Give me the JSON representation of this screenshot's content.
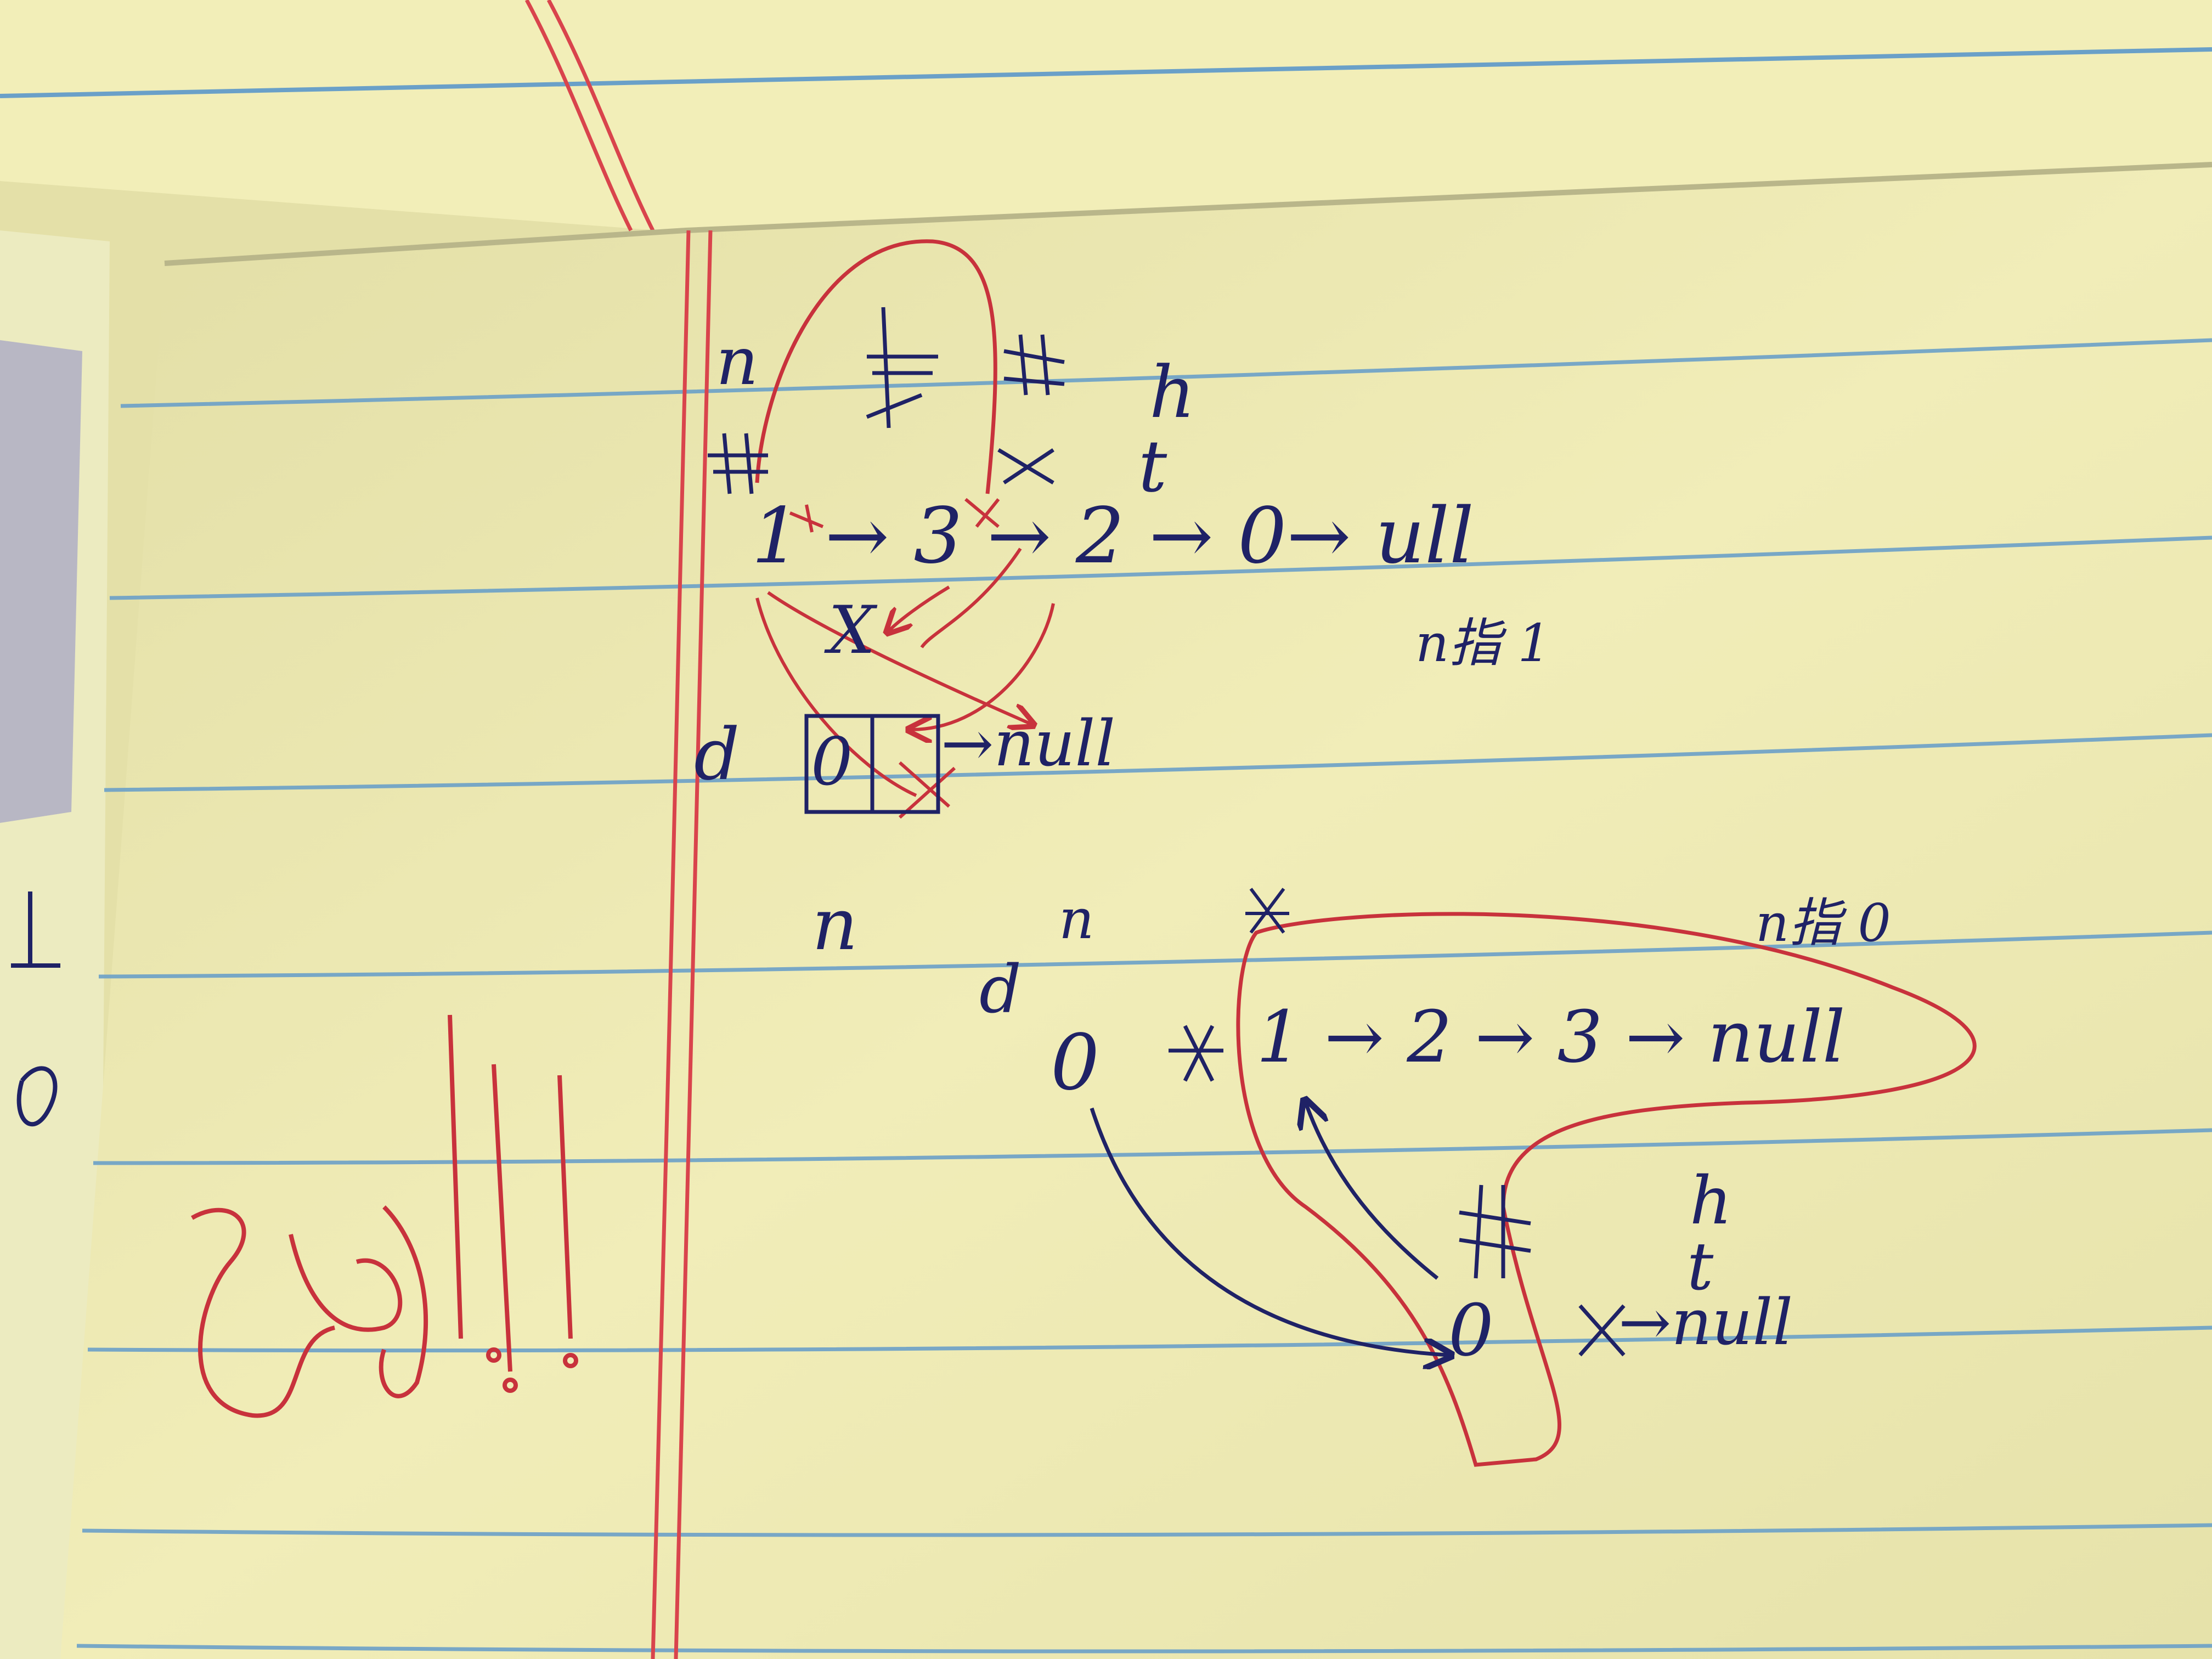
{
  "colors": {
    "paper": "#f1edb6",
    "paper_shadow": "#b9b68a",
    "rule_blue": "#6aa0c8",
    "margin_red": "#d9444c",
    "ink_blue": "#1f2266",
    "ink_red": "#c8323c"
  },
  "top_diagram": {
    "label_n": "n",
    "label_h": "h",
    "label_t": "t",
    "label_x": "X",
    "label_d": "d",
    "label_n_lower": "n",
    "chain": "1 → 3 → 2 → 0→ ull",
    "dummy_null": "→null",
    "annotation": "n指 1"
  },
  "bottom_diagram": {
    "label_d": "d",
    "label_n": "n",
    "dummy_node": "0",
    "chain": "1 → 2 → 3 → null",
    "annotation": "n指 0",
    "label_h": "h",
    "label_t": "t",
    "new_tail": "0",
    "tail_null": "→null"
  }
}
